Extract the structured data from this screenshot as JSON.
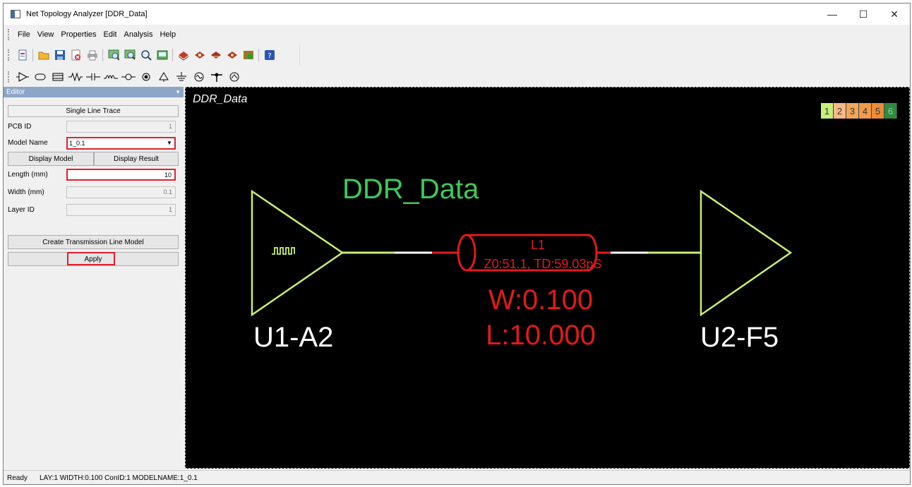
{
  "window": {
    "title": "Net Topology Analyzer [DDR_Data]"
  },
  "menu": [
    "File",
    "View",
    "Properties",
    "Edit",
    "Analysis",
    "Help"
  ],
  "toolbar_icons": [
    "new-icon",
    "open-icon",
    "save-icon",
    "close-icon",
    "print-icon",
    "zoom-fit-icon",
    "zoom-area-icon",
    "zoom-icon",
    "image-icon",
    "layer-stack-icon-1",
    "layer-stack-icon-2",
    "layer-stack-icon-3",
    "layer-stack-icon-4",
    "layer-settings-icon",
    "help-icon"
  ],
  "component_icons": [
    "buffer-icon",
    "line-icon",
    "connector-icon",
    "resistor-icon",
    "capacitor-icon",
    "inductor-icon",
    "via-icon",
    "probe-icon",
    "terminal-icon",
    "ground-icon",
    "source-icon",
    "testpoint-icon",
    "meter-icon"
  ],
  "editor": {
    "header": "Editor",
    "section_title": "Single Line Trace",
    "pcb_id_label": "PCB ID",
    "pcb_id_value": "1",
    "model_name_label": "Model Name",
    "model_name_value": "1_0.1",
    "display_model": "Display Model",
    "display_result": "Display Result",
    "length_label": "Length (mm)",
    "length_value": "10",
    "width_label": "Width (mm)",
    "width_value": "0.1",
    "layer_label": "Layer ID",
    "layer_value": "1",
    "create_tline": "Create Transmission Line Model",
    "apply": "Apply"
  },
  "canvas": {
    "title": "DDR_Data",
    "net_label": "DDR_Data",
    "driver_label": "U1-A2",
    "receiver_label": "U2-F5",
    "line_name": "L1",
    "line_params": "Z0:51.1, TD:59.03pS",
    "width_text": "W:0.100",
    "length_text": "L:10.000",
    "layers": [
      "1",
      "2",
      "3",
      "4",
      "5",
      "6"
    ],
    "layer_colors": [
      "#c3f07a",
      "#f6b98a",
      "#f2a65a",
      "#f29a4b",
      "#ef8a36",
      "#2e8b3e"
    ]
  },
  "status": {
    "ready": "Ready",
    "info": "LAY:1 WIDTH:0.100 ConID:1 MODELNAME:1_0.1"
  }
}
